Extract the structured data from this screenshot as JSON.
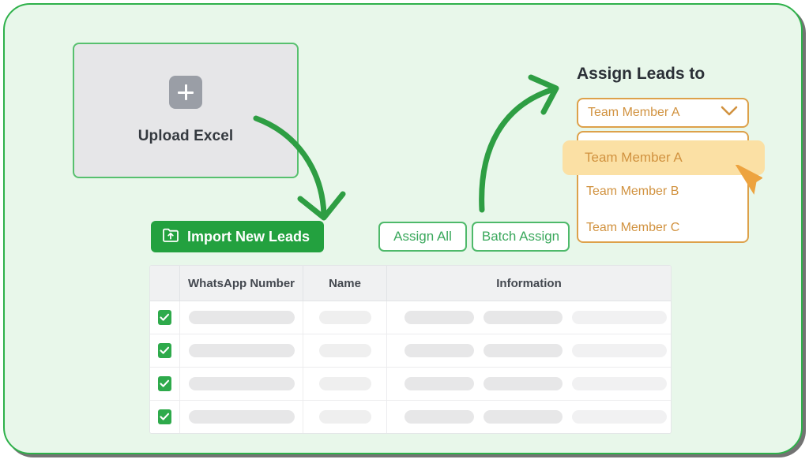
{
  "frame": {
    "accent_green": "#2eb14a",
    "background": "#e8f7ea"
  },
  "upload": {
    "label": "Upload Excel",
    "icon": "plus-icon"
  },
  "import_button": {
    "label": "Import New Leads",
    "icon": "folder-upload-icon",
    "color": "#23a13f"
  },
  "actions": {
    "assign_all": "Assign All",
    "batch_assign": "Batch Assign",
    "border_color": "#4eb96a"
  },
  "assign_panel": {
    "title": "Assign Leads to",
    "accent": "#d1923f",
    "select": {
      "value": "Team Member A",
      "icon": "chevron-down-icon"
    },
    "options": [
      {
        "label": "Team Member A",
        "highlighted": true
      },
      {
        "label": "Team Member B",
        "highlighted": false
      },
      {
        "label": "Team Member C",
        "highlighted": false
      }
    ],
    "cursor_icon": "cursor-pointer-icon",
    "highlight_color": "#fbe0a4"
  },
  "table": {
    "columns": [
      "",
      "WhatsApp Number",
      "Name",
      "Information"
    ],
    "rows": [
      {
        "checked": true
      },
      {
        "checked": true
      },
      {
        "checked": true
      },
      {
        "checked": true
      }
    ]
  }
}
